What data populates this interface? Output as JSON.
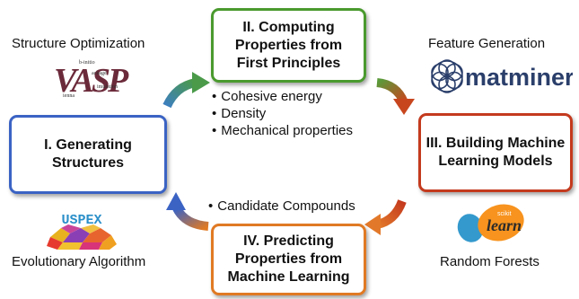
{
  "boxes": {
    "generating": {
      "lines": [
        "I. Generating",
        "Structures"
      ],
      "color": "#3b63c4"
    },
    "computing": {
      "lines": [
        "II. Computing",
        "Properties from",
        "First Principles"
      ],
      "color": "#4a9a2e"
    },
    "building": {
      "lines": [
        "III. Building Machine",
        "Learning Models"
      ],
      "color": "#c43a1e"
    },
    "predicting": {
      "lines": [
        "IV. Predicting",
        "Properties from",
        "Machine Learning"
      ],
      "color": "#e07a24"
    }
  },
  "labels": {
    "structure_optimization": "Structure Optimization",
    "feature_generation": "Feature Generation",
    "evolutionary_algorithm": "Evolutionary Algorithm",
    "random_forests": "Random Forests"
  },
  "property_bullets": [
    "Cohesive energy",
    "Density",
    "Mechanical properties"
  ],
  "candidate_bullet": "Candidate Compounds",
  "logos": {
    "vasp": {
      "text": "VASP",
      "words": [
        "b-initio",
        "ackage",
        "ienna",
        "imulation"
      ],
      "color": "#6b2a3a"
    },
    "matminer": {
      "text": "matminer",
      "color": "#2b3f6b"
    },
    "uspex": {
      "text": "USPEX",
      "color": "#2a8fc9"
    },
    "sklearn": {
      "small": "scikit",
      "text": "learn",
      "colors": [
        "#f7931e",
        "#3499cd"
      ]
    }
  }
}
